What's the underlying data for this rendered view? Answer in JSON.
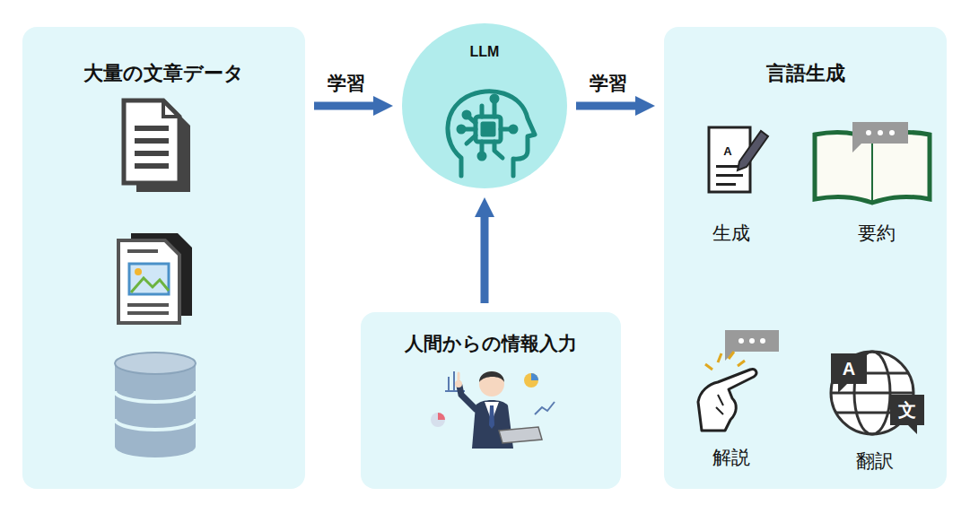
{
  "diagram": {
    "nodes": [
      {
        "text": [
          "大量の文章データ"
        ]
      },
      {
        "text": [
          "LLM"
        ]
      },
      {
        "text": [
          "言語生成"
        ]
      },
      {
        "text": [
          "人間からの情報入力"
        ]
      }
    ],
    "edges": [
      {
        "from": 0,
        "to": 1,
        "label": "学習",
        "arrow": "to"
      },
      {
        "from": 1,
        "to": 2,
        "label": "学習",
        "arrow": "to"
      },
      {
        "from": 3,
        "to": 1,
        "arrow": "to"
      }
    ],
    "labels": [
      "生成",
      "要約",
      "解説",
      "翻訳",
      "A",
      "A",
      "文"
    ]
  }
}
